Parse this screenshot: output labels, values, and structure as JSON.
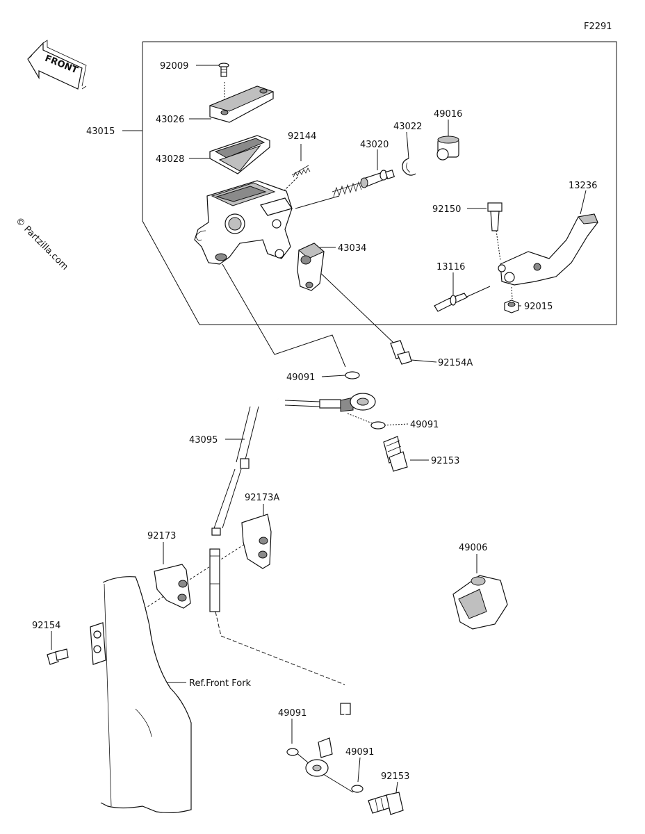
{
  "figure_code": "F2291",
  "front_arrow_text": "FRONT",
  "watermark": "© Partzilla.com",
  "labels": {
    "p92009": "92009",
    "p43026": "43026",
    "p43015": "43015",
    "p43028": "43028",
    "p92144": "92144",
    "p43022": "43022",
    "p49016": "49016",
    "p43020": "43020",
    "p13236": "13236",
    "p92150": "92150",
    "p43034": "43034",
    "p13116": "13116",
    "p92015": "92015",
    "p92154A": "92154A",
    "p49091_a": "49091",
    "p49091_b": "49091",
    "p43095": "43095",
    "p92153_a": "92153",
    "p92173A": "92173A",
    "p92173": "92173",
    "p49006": "49006",
    "p92154": "92154",
    "ref_front_fork": "Ref.Front Fork",
    "p49091_c": "49091",
    "p49091_d": "49091",
    "p92153_b": "92153"
  }
}
